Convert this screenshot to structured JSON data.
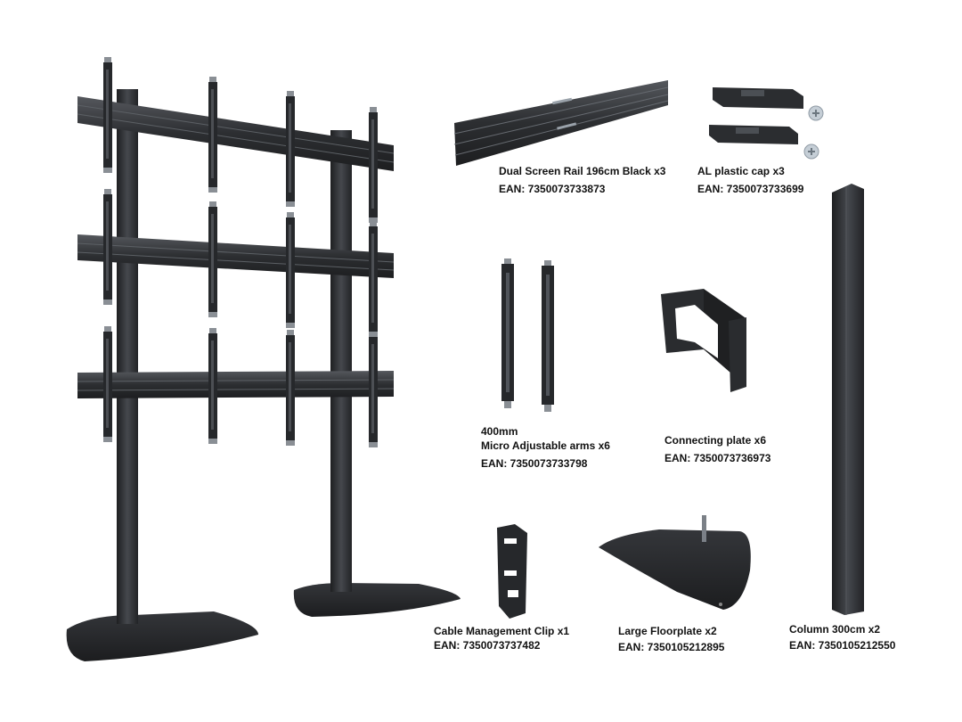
{
  "parts": [
    {
      "id": "rail",
      "name": "Dual Screen Rail 196cm Black x3",
      "ean": "EAN: 7350073733873"
    },
    {
      "id": "cap",
      "name": "AL plastic cap x3",
      "ean": "EAN: 7350073733699"
    },
    {
      "id": "arms",
      "name_line1": "400mm",
      "name_line2": "Micro Adjustable arms x6",
      "ean": "EAN: 7350073733798"
    },
    {
      "id": "plate",
      "name": "Connecting plate x6",
      "ean": "EAN: 7350073736973"
    },
    {
      "id": "clip",
      "name": "Cable Management Clip x1",
      "ean": "EAN: 7350073737482"
    },
    {
      "id": "floorplate",
      "name": "Large Floorplate x2",
      "ean": "EAN: 7350105212895"
    },
    {
      "id": "column",
      "name": "Column 300cm x2",
      "ean": "EAN: 7350105212550"
    }
  ],
  "colors": {
    "metal": "#2f3134",
    "metal_light": "#4a4d52",
    "metal_dark": "#1e1f21",
    "bolt": "#b9c3cc",
    "background": "#ffffff"
  }
}
